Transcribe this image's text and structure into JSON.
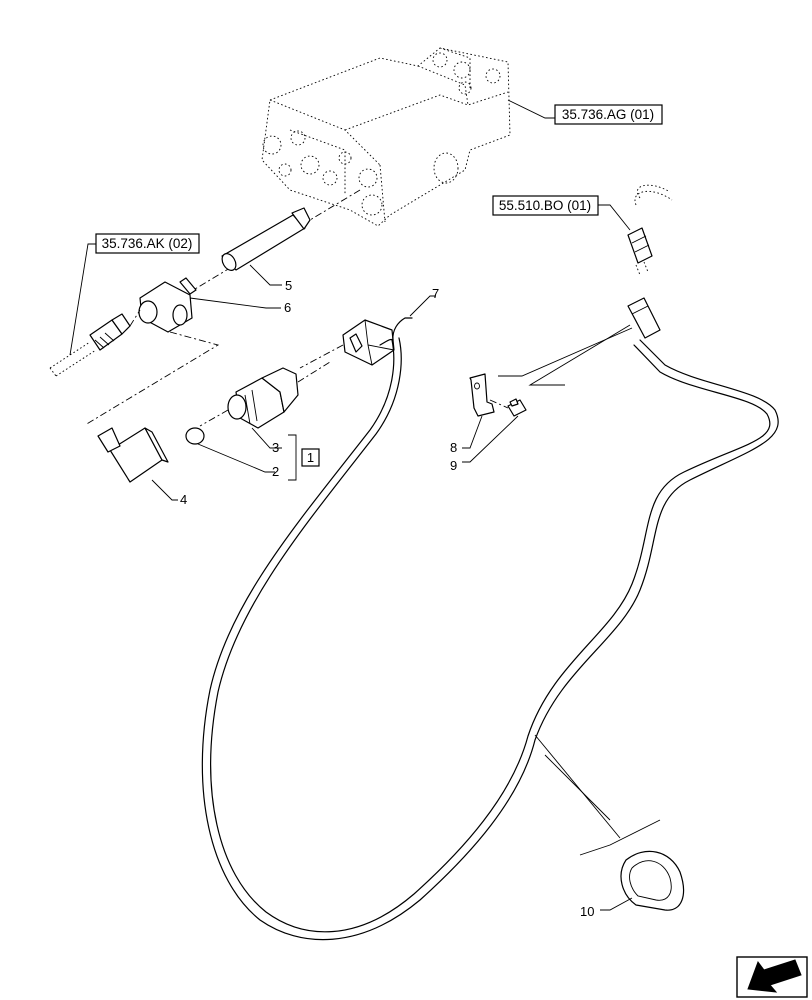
{
  "references": [
    {
      "id": "ref-valve-block",
      "label": "35.736.AG (01)"
    },
    {
      "id": "ref-hose",
      "label": "35.736.AK (02)"
    },
    {
      "id": "ref-connector",
      "label": "55.510.BO (01)"
    }
  ],
  "callouts": [
    {
      "id": "1",
      "label": "1",
      "boxed": true
    },
    {
      "id": "2",
      "label": "2"
    },
    {
      "id": "3",
      "label": "3"
    },
    {
      "id": "4",
      "label": "4"
    },
    {
      "id": "5",
      "label": "5"
    },
    {
      "id": "6",
      "label": "6"
    },
    {
      "id": "7",
      "label": "7"
    },
    {
      "id": "8",
      "label": "8"
    },
    {
      "id": "9",
      "label": "9"
    },
    {
      "id": "10",
      "label": "10"
    }
  ],
  "nav_icon": "arrow-return-icon"
}
